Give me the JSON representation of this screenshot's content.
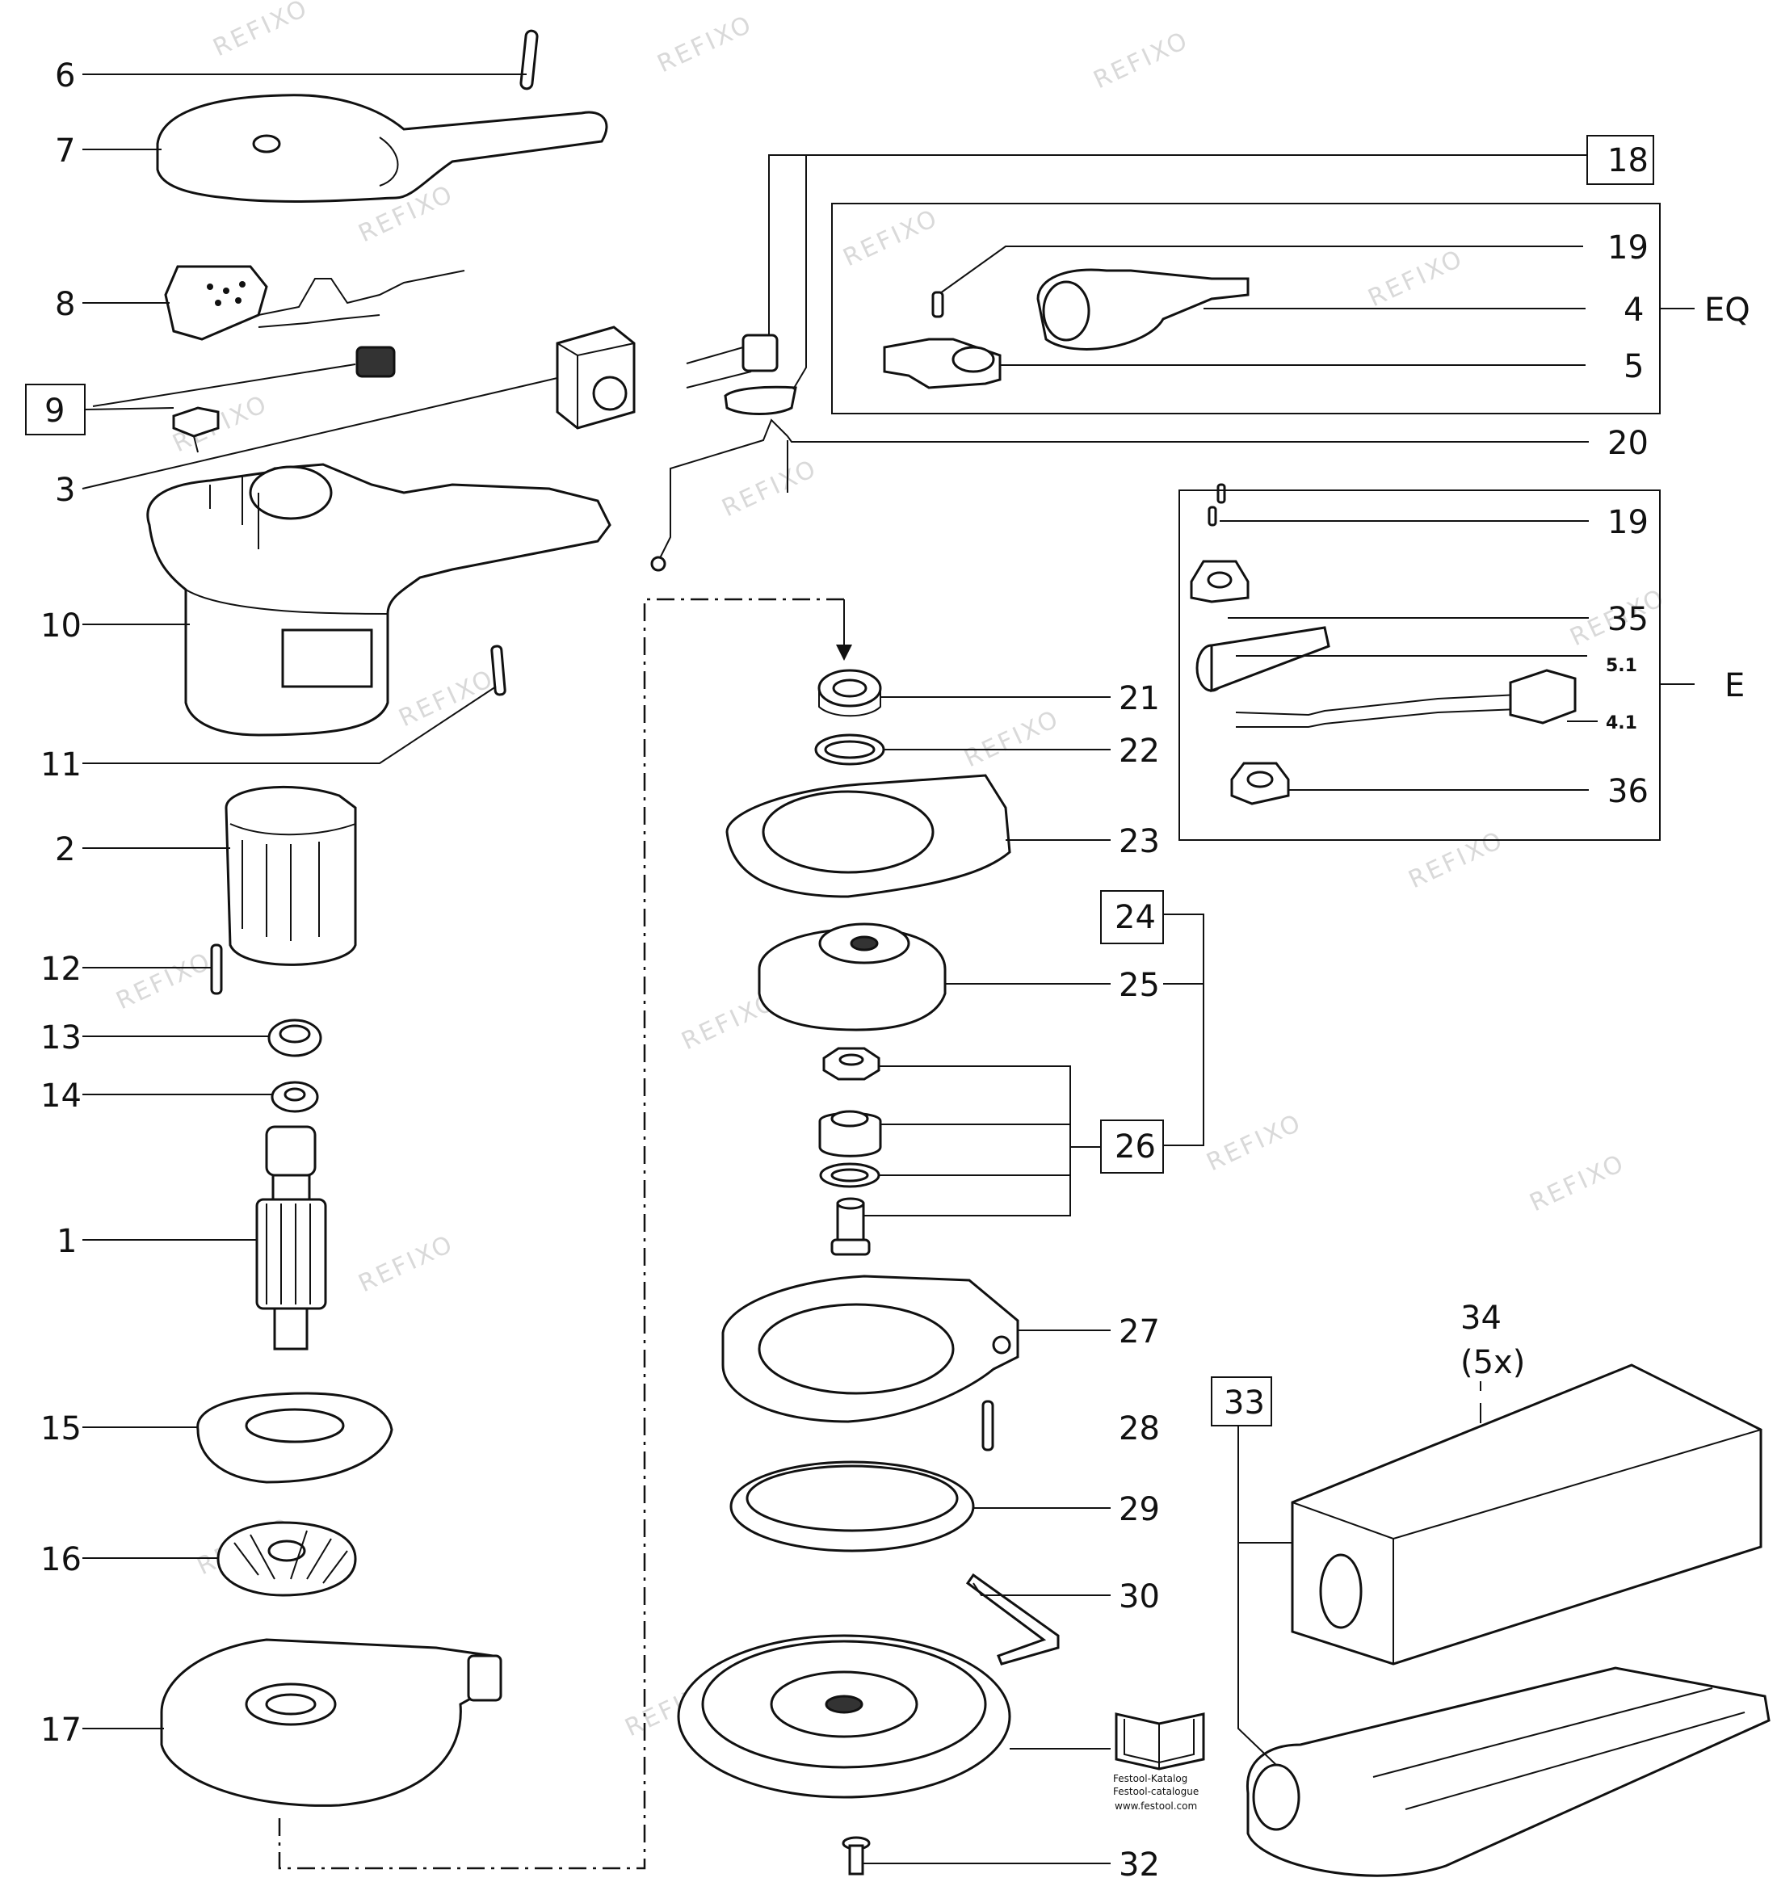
{
  "watermark": "REFIXO",
  "catalog": {
    "line1": "Festool-Katalog",
    "line2": "Festool-catalogue",
    "line3": "www.festool.com",
    "icon": "book-icon"
  },
  "labels": {
    "p1": "1",
    "p2": "2",
    "p3": "3",
    "p4": "4",
    "p5": "5",
    "p6": "6",
    "p7": "7",
    "p8": "8",
    "p9": "9",
    "p10": "10",
    "p11": "11",
    "p12": "12",
    "p13": "13",
    "p14": "14",
    "p15": "15",
    "p16": "16",
    "p17": "17",
    "p18": "18",
    "p19a": "19",
    "p19b": "19",
    "p20": "20",
    "p21": "21",
    "p22": "22",
    "p23": "23",
    "p24": "24",
    "p25": "25",
    "p26": "26",
    "p27": "27",
    "p28": "28",
    "p29": "29",
    "p30": "30",
    "p32": "32",
    "p33": "33",
    "p34": "34",
    "p34q": "(5x)",
    "p35": "35",
    "p36": "36",
    "p41": "4.1",
    "p51": "5.1",
    "eq": "EQ",
    "e": "E"
  }
}
